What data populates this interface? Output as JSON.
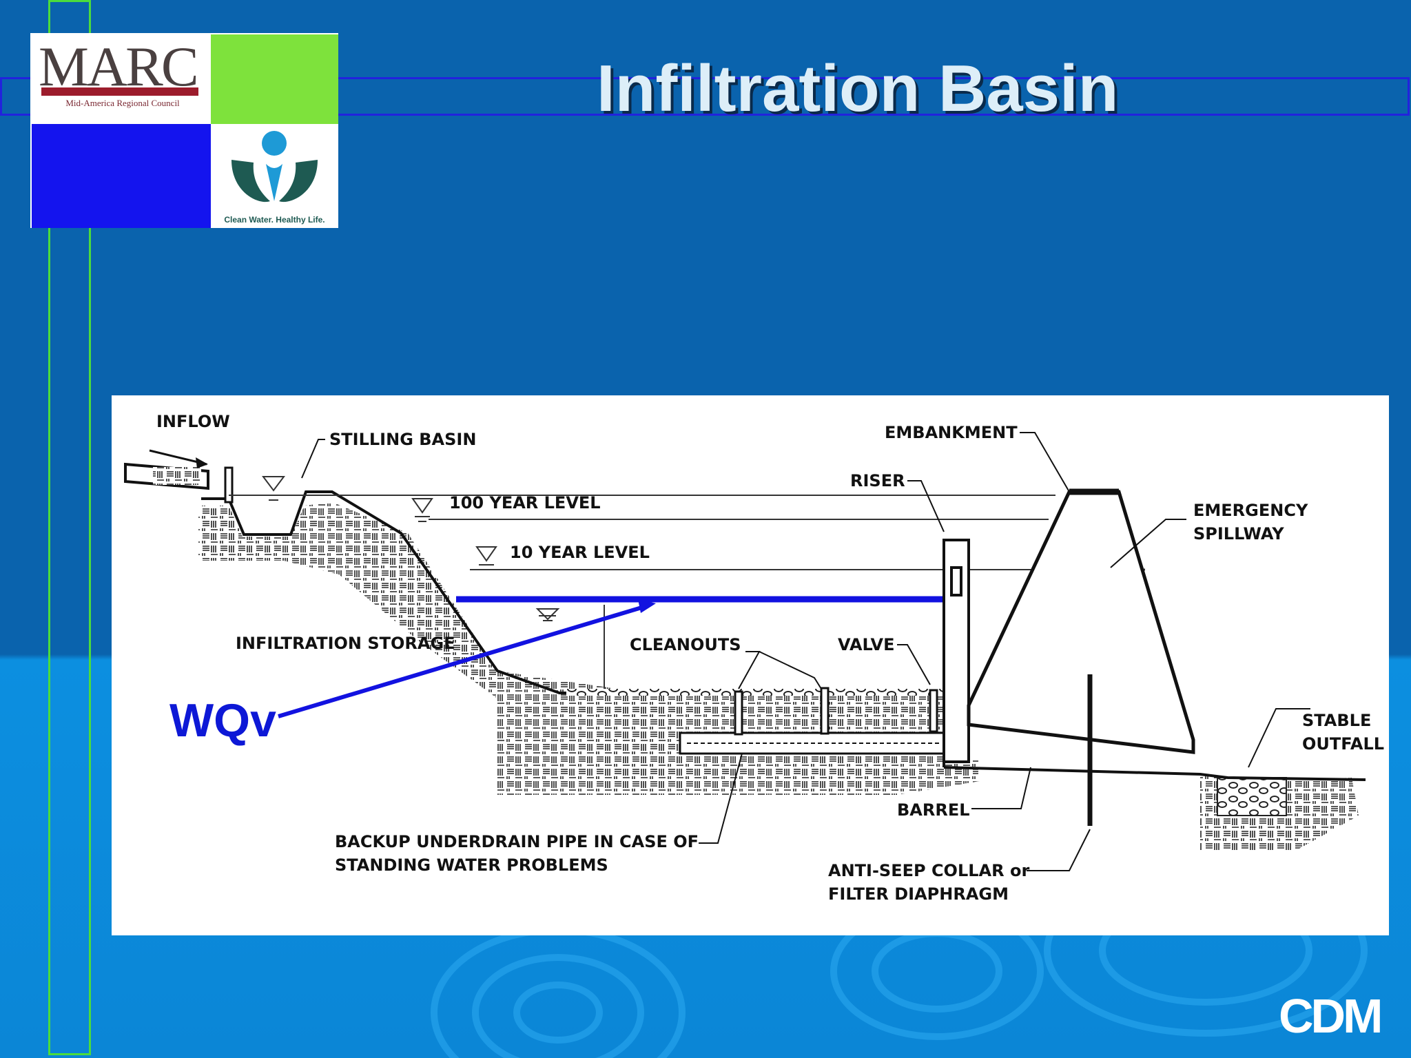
{
  "slide": {
    "title": "Infiltration Basin",
    "logo": {
      "marc_wordmark": "MARC",
      "marc_subtitle": "Mid-America Regional Council",
      "tagline": "Clean Water. Healthy Life."
    },
    "footer_logo": "CDM",
    "annotation": "WQv",
    "colors": {
      "background": "#0a63ad",
      "accent_green": "#4cdc3c",
      "accent_blue": "#2222dd",
      "annotation_blue": "#0d18d6",
      "marc_red": "#9c1c2c"
    }
  },
  "diagram": {
    "labels": {
      "inflow": "INFLOW",
      "stilling_basin": "STILLING BASIN",
      "year_100": "100 YEAR LEVEL",
      "year_10": "10 YEAR LEVEL",
      "infiltration_storage": "INFILTRATION STORAGE",
      "cleanouts": "CLEANOUTS",
      "valve": "VALVE",
      "riser": "RISER",
      "embankment": "EMBANKMENT",
      "emergency_1": "EMERGENCY",
      "emergency_2": "SPILLWAY",
      "stable_1": "STABLE",
      "stable_2": "OUTFALL",
      "barrel": "BARREL",
      "backup_1": "BACKUP UNDERDRAIN PIPE IN CASE OF",
      "backup_2": "STANDING WATER PROBLEMS",
      "antiseep_1": "ANTI-SEEP COLLAR or",
      "antiseep_2": "FILTER DIAPHRAGM"
    }
  }
}
